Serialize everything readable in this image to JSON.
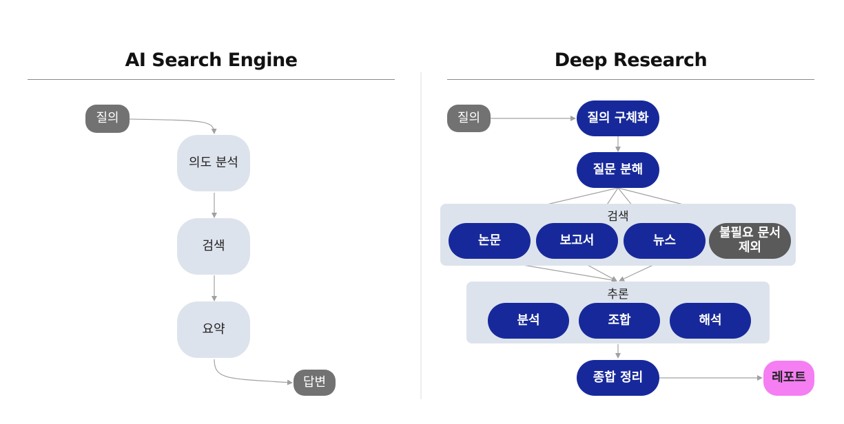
{
  "left": {
    "title": "AI Search Engine",
    "nodes": {
      "query": "질의",
      "intent": "의도 분석",
      "search": "검색",
      "summary": "요약",
      "answer": "답변"
    }
  },
  "right": {
    "title": "Deep Research",
    "nodes": {
      "query": "질의",
      "refine": "질의 구체화",
      "decompose": "질문 분해",
      "search_group": "검색",
      "papers": "논문",
      "reports": "보고서",
      "news": "뉴스",
      "exclude": "불필요 문서 제외",
      "reason_group": "추론",
      "analysis": "분석",
      "combination": "조합",
      "interpretation": "해석",
      "synthesis": "종합 정리",
      "report": "레포트"
    }
  },
  "colors": {
    "navy": "#17299a",
    "gray": "#727272",
    "light": "#dde3ec",
    "pink": "#f47ef2",
    "arrow": "#a0a0a0"
  }
}
